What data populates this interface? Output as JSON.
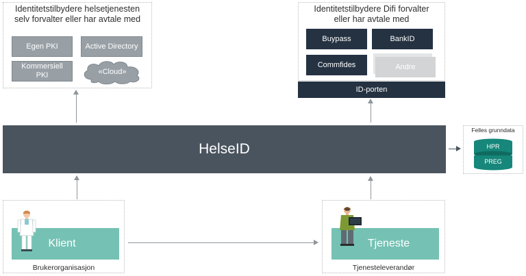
{
  "left_provider": {
    "title_line1": "Identitetstilbydere helsetjenesten",
    "title_line2": "selv forvalter eller har avtale med",
    "egen_pki": "Egen PKI",
    "active_directory": "Active Directory",
    "kommersiell_line1": "Kommersiell",
    "kommersiell_line2": "PKI",
    "cloud": "«Cloud»"
  },
  "right_provider": {
    "title_line1": "Identitetstilbydere Difi forvalter",
    "title_line2": "eller har avtale med",
    "buypass": "Buypass",
    "bankid": "BankID",
    "commfides": "Commfides",
    "andre": "Andre",
    "idporten": "ID-porten"
  },
  "helseid": {
    "label": "HelseID"
  },
  "grunndata": {
    "title": "Felles grunndata",
    "hpr": "HPR",
    "preg": "PREG"
  },
  "klient": {
    "label": "Klient",
    "caption": "Brukerorganisasjon"
  },
  "tjeneste": {
    "label": "Tjeneste",
    "caption": "Tjenesteleverandør"
  },
  "colors": {
    "helseid_bar": "#4a545f",
    "teal": "#75c2b4",
    "navy": "#243242",
    "grey": "#98a0a6",
    "db_teal": "#16877a"
  }
}
